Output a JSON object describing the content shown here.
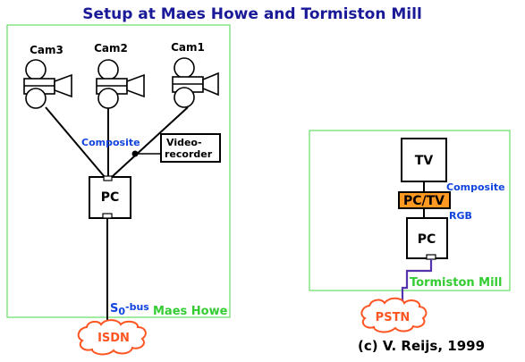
{
  "title": "Setup at Maes Howe and Tormiston Mill",
  "colors": {
    "title": "#1a1a99",
    "site_border": "#66dd66",
    "site_label": "#33cc33",
    "signal_label": "#1144dd",
    "cloud": "#ff5522",
    "pctv_fill": "#ff9922",
    "purple_line": "#5533aa"
  },
  "maes_howe": {
    "site_label": "Maes Howe",
    "cameras": [
      "Cam3",
      "Cam2",
      "Cam1"
    ],
    "composite_label": "Composite",
    "recorder_line1": "Video-",
    "recorder_line2": "recorder",
    "pc_label": "PC",
    "bus_prefix": "S",
    "bus_subscript": "0",
    "bus_suffix": "-bus",
    "network_label": "ISDN"
  },
  "tormiston": {
    "site_label": "Tormiston Mill",
    "tv_label": "TV",
    "composite_label": "Composite",
    "pctv_label": "PC/TV",
    "rgb_label": "RGB",
    "pc_label": "PC",
    "network_label": "PSTN"
  },
  "copyright": "(c) V. Reijs, 1999"
}
